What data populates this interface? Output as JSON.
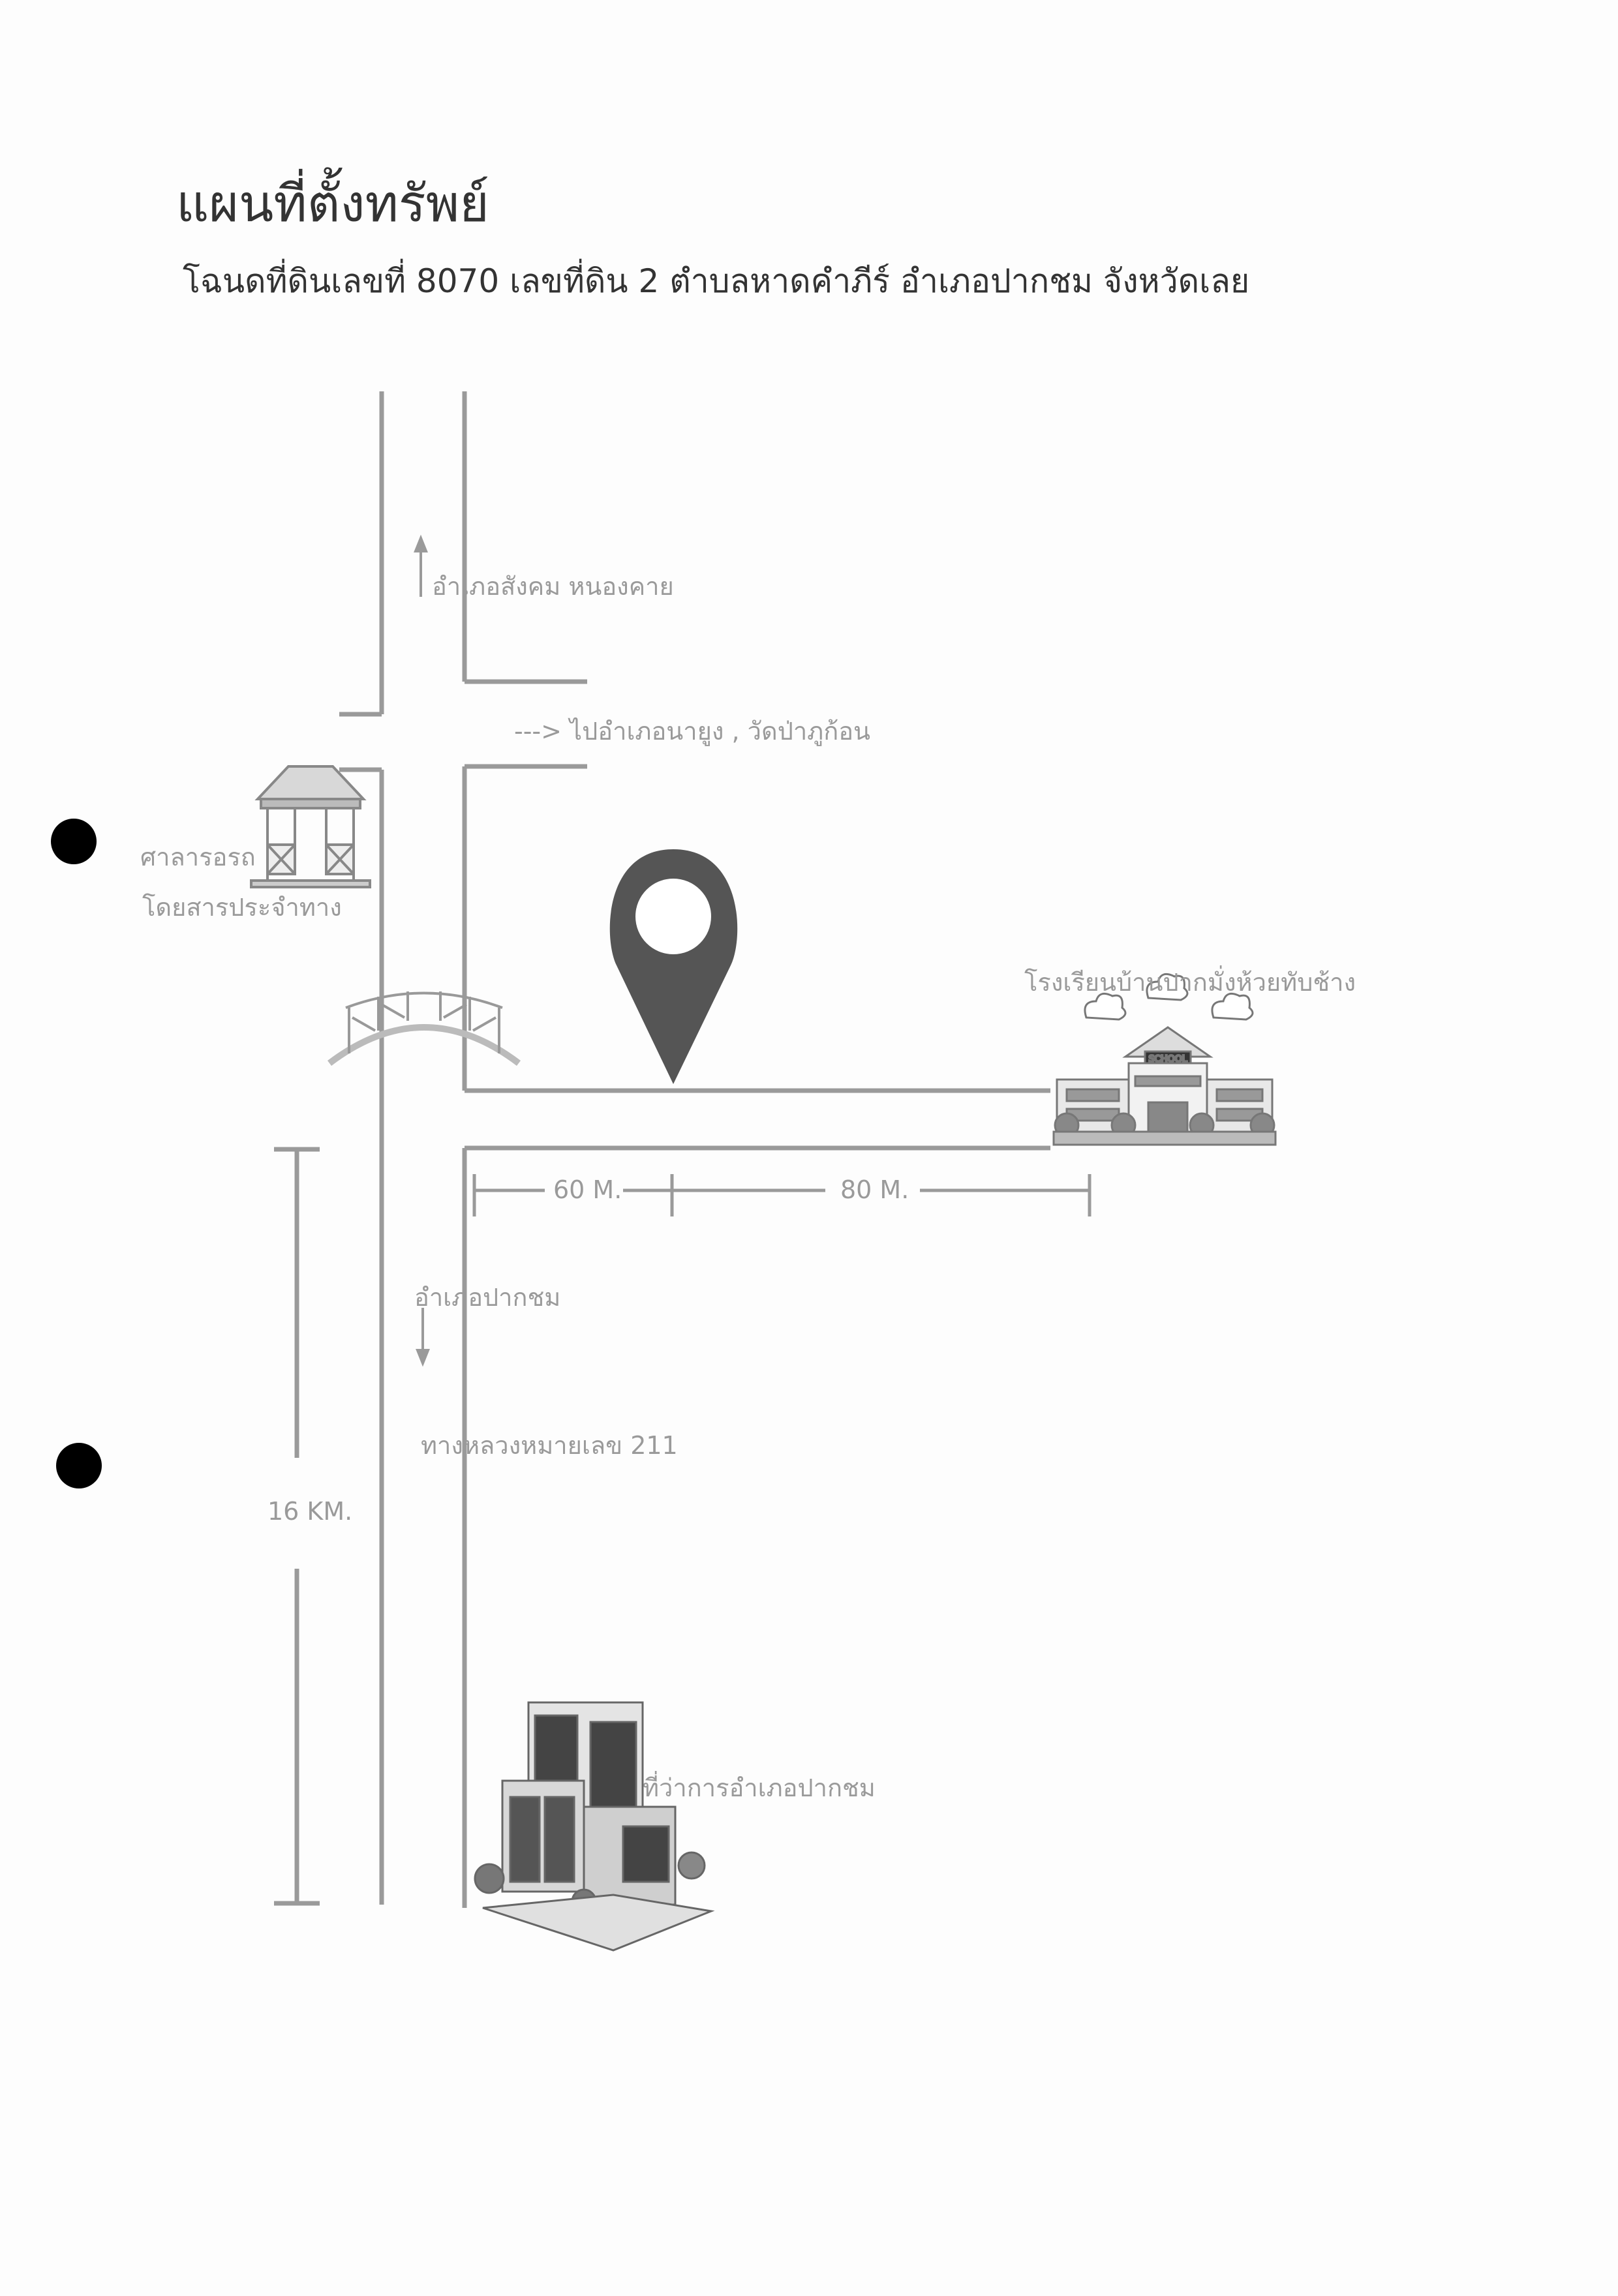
{
  "title": "แผนที่ตั้งทรัพย์",
  "subtitle": "โฉนดที่ดินเลขที่ 8070  เลขที่ดิน 2  ตำบลหาดคำภีร์  อำเภอปากชม  จังหวัดเลย",
  "labels": {
    "north": "อำเภอสังคม หนองคาย",
    "east_road": "---> ไปอำเภอนายูง , วัดป่าภูก้อน",
    "bus_stop": "ศาลารอรถ",
    "bus_stop_2": "โดยสารประจำทาง",
    "school": "โรงเรียนบ้านปากมั่งห้วยทับช้าง",
    "dist_60": "60 M.",
    "dist_80": "80 M.",
    "south": "อำเภอปากชม",
    "highway": "ทางหลวงหมายเลข 211",
    "dist_16km": "16 KM.",
    "district_office": "ที่ว่าการอำเภอปากชม",
    "school_sign": "SCHOOL"
  },
  "colors": {
    "road": "#9a9a9a",
    "pin": "#555555",
    "text": "#333333",
    "label": "#9a9a9a"
  }
}
